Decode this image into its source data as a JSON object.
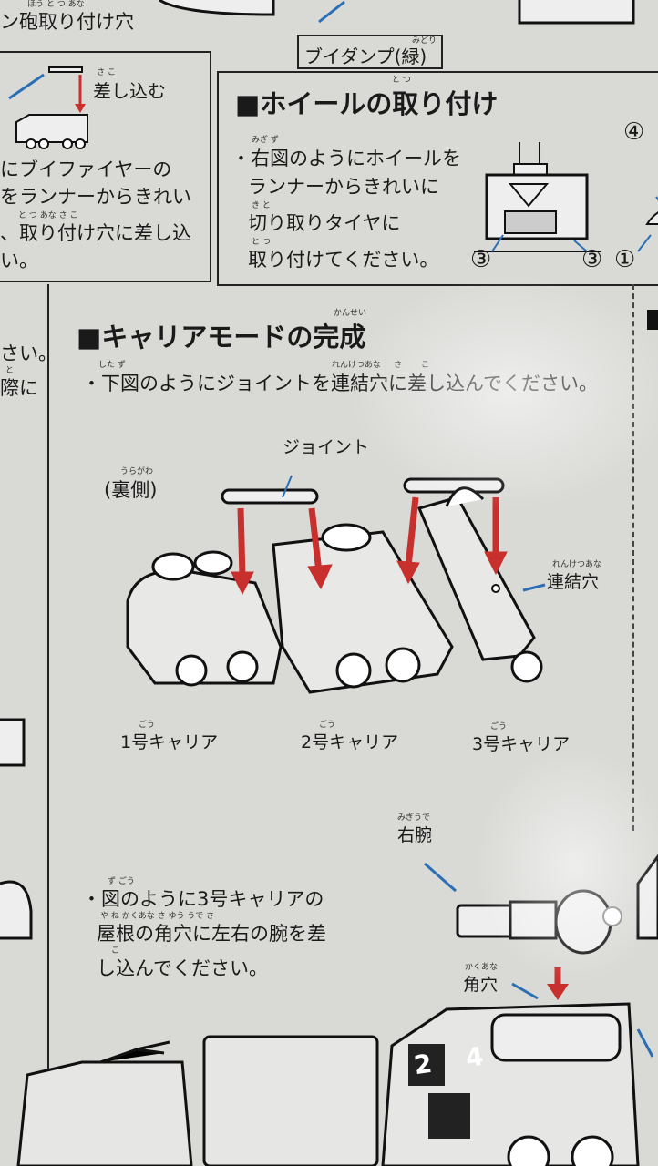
{
  "top": {
    "partial_label": "ン砲取り付け穴",
    "partial_label_ruby": "ほう と つ あな",
    "boxed_label": "ブイダンプ(緑)",
    "boxed_label_ruby": "みどり"
  },
  "left_panel": {
    "insert_label": "差し込む",
    "insert_ruby": "さ こ",
    "lines": [
      "にブイファイヤーの",
      "をランナーからきれい",
      "、取り付け穴に差し込",
      "い。"
    ],
    "line3_ruby": "と つ あな さ こ"
  },
  "wheel_panel": {
    "heading": "■ホイールの取り付け",
    "heading_ruby": "と つ",
    "lines": [
      "・右図のようにホイールを",
      "ランナーからきれいに",
      "切り取りタイヤに",
      "取り付けてください。"
    ],
    "ruby": [
      "みぎ ず",
      "",
      "き と",
      "と つ"
    ],
    "callouts": [
      "④",
      "③",
      "③",
      "①"
    ]
  },
  "left_edge": {
    "lines": [
      "さい。",
      "際に"
    ],
    "ruby": "と"
  },
  "main_panel": {
    "heading": "■キャリアモードの完成",
    "heading_ruby": "かんせい",
    "instruction": "・下図のようにジョイントを連結穴に差し込んでください。",
    "instruction_ruby": [
      "した ず",
      "れんけつあな",
      "さ",
      "こ"
    ],
    "joint_label": "ジョイント",
    "back_side_label": "(裏側)",
    "back_side_ruby": "うらがわ",
    "hole_label": "連結穴",
    "hole_ruby": "れんけつあな",
    "carriers": [
      {
        "label": "1号キャリア",
        "ruby": "ごう"
      },
      {
        "label": "2号キャリア",
        "ruby": "ごう"
      },
      {
        "label": "3号キャリア",
        "ruby": "ごう"
      }
    ],
    "right_arm_label": "右腕",
    "right_arm_ruby": "みぎうで",
    "arm_instruction": [
      "・図のように3号キャリアの",
      "屋根の角穴に左右の腕を差",
      "し込んでください。"
    ],
    "arm_instruction_ruby": [
      "ず ごう",
      "や ね かくあな さ ゆう うで さ",
      "こ"
    ],
    "square_hole_label": "角穴",
    "square_hole_ruby": "かくあな",
    "truck_numbers": "2 4"
  },
  "colors": {
    "arrow_red": "#c8302e",
    "arrow_blue": "#2a6fb5",
    "paper": "#d9d9d6",
    "ink": "#1a1a1a"
  }
}
